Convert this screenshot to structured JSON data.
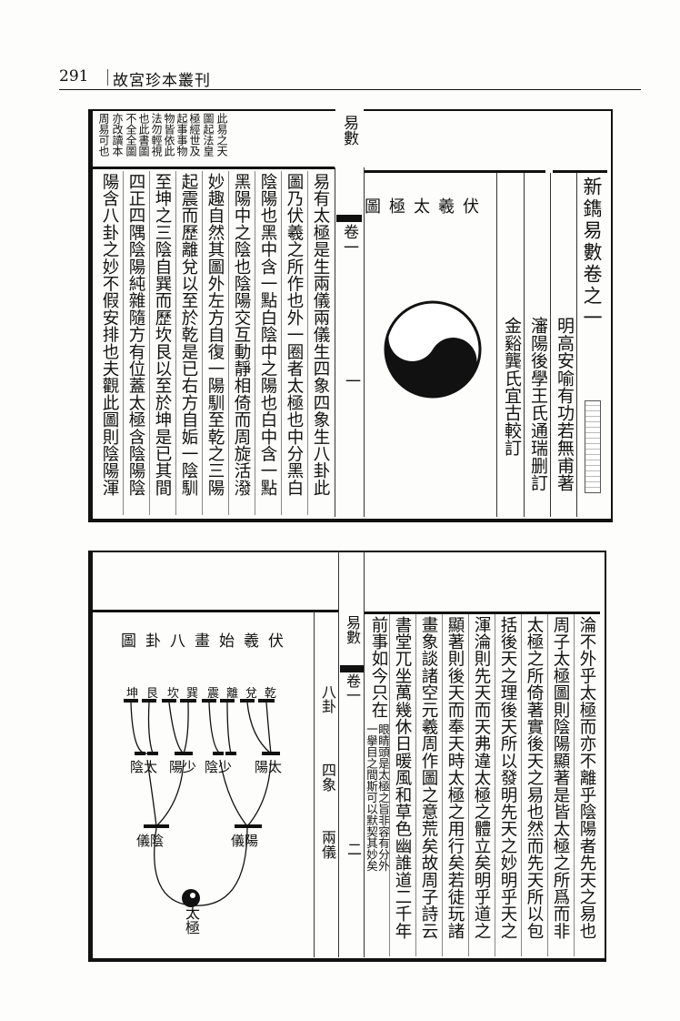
{
  "running_header": {
    "page_number": "291",
    "series_title": "故宮珍本叢刊"
  },
  "upper_leaf": {
    "fold": {
      "book": "易數",
      "volume": "卷一",
      "leaf": "一"
    },
    "title_page": {
      "book_title": "新鐫易數卷之一",
      "credits": [
        "明高安喻有功若無甫著",
        "瀋陽後學王氏通瑞删訂",
        "金谿龔氏宜古較訂"
      ],
      "diagram_title": "伏羲太極圖"
    },
    "header_notes": [
      "此易之天",
      "圖起法皇",
      "極經世及",
      "起事事物",
      "物皆依此",
      "法勿輕視",
      "也此書圖",
      "不全全圖",
      "亦改讀本",
      "周易可也"
    ],
    "text_columns": [
      "易有太極是生兩儀兩儀生四象四象生八卦此",
      "圖乃伏羲之所作也外一圈者太極也中分黑白",
      "陰陽也黑中含一點白陰中之陽也白中含一點",
      "黑陽中之陰也陰陽交互動靜相倚而周旋活潑",
      "妙趣自然其圖外左方自復一陽馴至乾之三陽",
      "起震而歷離兌以至於乾是已右方自姤一陰馴",
      "至坤之三陰自巽而歷坎艮以至於坤是已其間",
      "四正四隅陰陽純雜隨方有位蓋太極含陰陽陰",
      "陽含八卦之妙不假安排也夫觀此圖則陰陽渾"
    ]
  },
  "lower_leaf": {
    "fold": {
      "book": "易數",
      "volume": "卷一",
      "leaf": "二"
    },
    "diagram": {
      "title": "伏羲始畫八卦圖",
      "trigrams": [
        "乾",
        "兌",
        "離",
        "震",
        "巽",
        "坎",
        "艮",
        "坤"
      ],
      "four_images": [
        "太陽",
        "少陰",
        "少陽",
        "太陰"
      ],
      "two_modes": [
        "陽儀",
        "陰儀"
      ],
      "origin": "太極",
      "level_labels": [
        "八卦",
        "四象",
        "兩儀"
      ]
    },
    "text_columns": [
      "淪不外乎太極而亦不離乎陰陽者先天之易也",
      "周子太極圖則陰陽顯著是皆太極之所爲而非",
      "太極之所倚著實後天之易也然而先天所以包",
      "括後天之理後天所以發明先天之妙明乎天之",
      "渾淪則先天而天弗違太極之體立矣明乎道之",
      "顯著則後天而奉天時太極之用行矣若徒玩諸",
      "畫象談諸空元羲周作圖之意荒矣故周子詩云",
      "書堂兀坐萬幾休日暖風和草色幽誰道二千年"
    ],
    "last_column": {
      "main": "前事如今只在",
      "annotation_right": "眼睛頭是太極之旨非容有分外",
      "annotation_left": "一擧目之間斯可以默契其妙矣"
    }
  }
}
